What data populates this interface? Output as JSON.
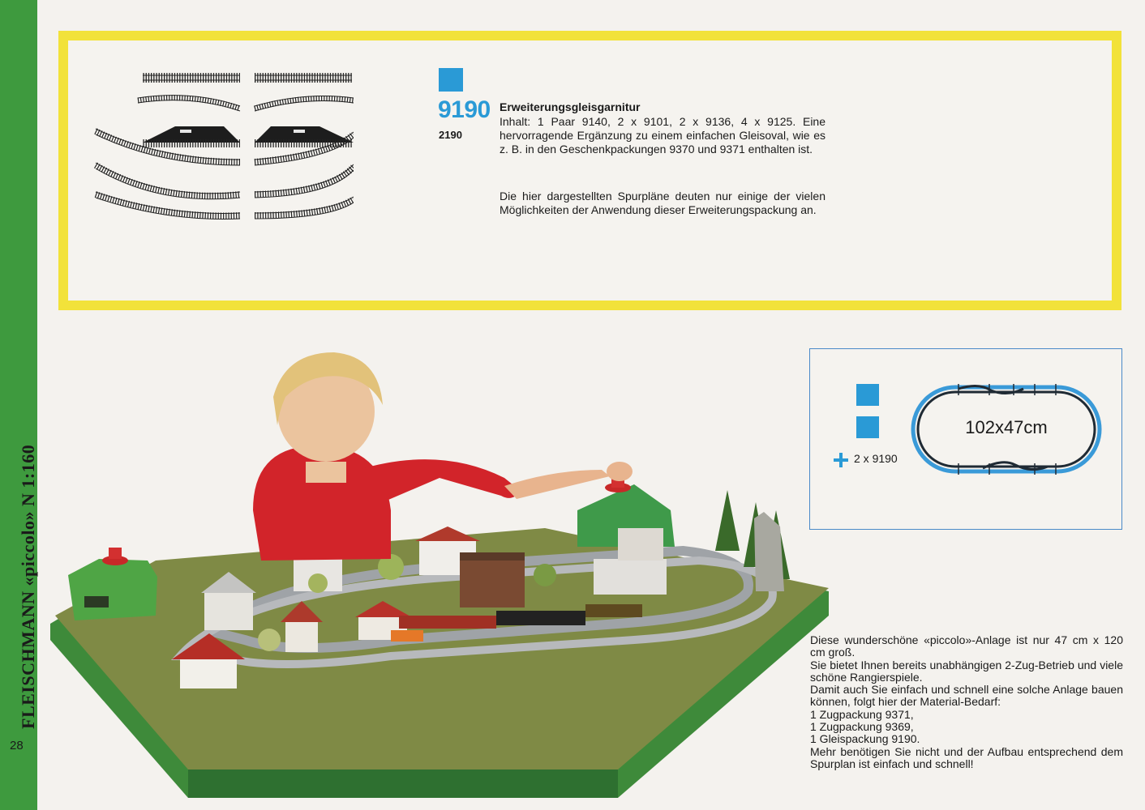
{
  "sidebar": {
    "brand": "FLEISCHMANN «piccolo» N 1:160",
    "page_number": "28"
  },
  "product": {
    "number": "9190",
    "subnumber": "2190",
    "title": "Erweiterungsgleisgarnitur",
    "description": "Inhalt: 1 Paar 9140, 2 x 9101, 2 x 9136, 4 x 9125. Eine hervorragende Ergänzung zu einem einfachen Gleisoval, wie es z. B. in den Geschenkpackungen 9370 und 9371 enthalten ist.",
    "note": "Die hier dargestellten Spurpläne deuten nur einige der vielen Möglichkeiten der Anwendung dieser Erweiterungspackung an."
  },
  "track_plan": {
    "extra": "2 x 9190",
    "dimensions": "102x47cm"
  },
  "body": {
    "paragraphs": [
      "Diese wunderschöne «piccolo»-Anlage ist nur 47 cm x 120 cm groß.",
      "Sie bietet Ihnen bereits unabhängigen 2-Zug-Betrieb und viele schöne Rangierspiele.",
      "Damit auch Sie einfach und schnell eine solche Anlage bauen können, folgt hier der Material-Bedarf:",
      "1 Zugpackung 9371,",
      "1 Zugpackung 9369,",
      "1 Gleispackung 9190.",
      "Mehr benötigen Sie nicht und der Aufbau entsprechend dem Spurplan ist einfach und schnell!"
    ]
  },
  "colors": {
    "sidebar_green": "#3e9a3e",
    "frame_yellow": "#f2e23a",
    "accent_blue": "#2a9ad6"
  }
}
